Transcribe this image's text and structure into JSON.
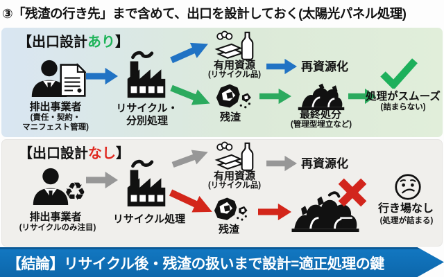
{
  "title": "③「残渣の行き先」まで含めて、出口を設計しておく(太陽光パネル処理)",
  "panel_with": {
    "header": {
      "prefix": "【出口設計",
      "highlight": "あり",
      "suffix": "】"
    },
    "generator_label": "排出事業者",
    "generator_sub1": "(責任・契約・",
    "generator_sub2": "マニフェスト管理)",
    "process_label1": "リサイクル・",
    "process_label2": "分別処理",
    "resource_label": "有用資源",
    "resource_sub": "(リサイクル品)",
    "recycled_label": "再資源化",
    "residue_label": "残渣",
    "final_label": "最終処分",
    "final_sub": "(管理型埋立など)",
    "outcome_label": "処理がスムーズ",
    "outcome_sub": "(詰まらない)"
  },
  "panel_without": {
    "header": {
      "prefix": "【出口設計",
      "highlight": "なし",
      "suffix": "】"
    },
    "generator_label": "排出事業者",
    "generator_sub1": "(リサイクルのみ注目)",
    "process_label1": "リサイクル処理",
    "resource_label": "有用資源",
    "resource_sub": "(リサイクル品)",
    "recycled_label": "再資源化",
    "residue_label": "残渣",
    "outcome_label": "行き場なし",
    "outcome_sub": "(処理が詰まる)"
  },
  "conclusion": "【結論】リサイクル後・残渣の扱いまで設計=適正処理の鍵",
  "icons": {
    "recycle_glyph": "♻"
  },
  "colors": {
    "arrow_blue": "#2173c4",
    "arrow_green": "#2baa5e",
    "arrow_gray": "#979797",
    "arrow_red": "#d3261a",
    "check_green": "#1db05b",
    "x_red": "#d2251c",
    "highlight_ari": "#1fb45a",
    "highlight_nashi": "#e0281f",
    "banner_blue": "#0e6fb6",
    "panel_with_bg_left": "#d9e6f2",
    "panel_with_bg_right": "#e1eeda",
    "panel_without_bg": "#f0efec"
  }
}
